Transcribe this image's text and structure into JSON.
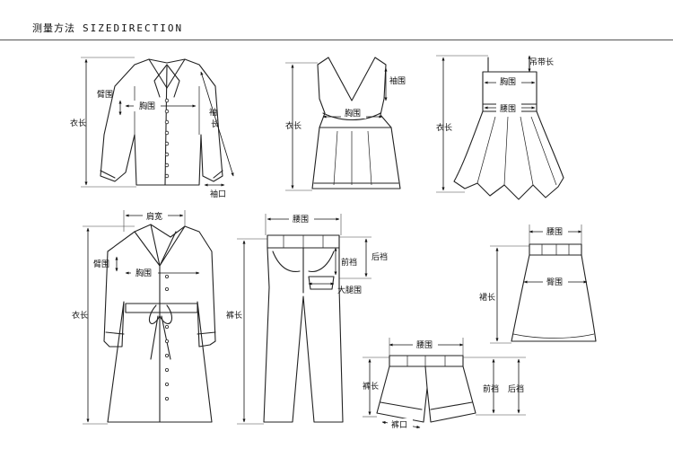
{
  "header": {
    "title_cn": "测量方法",
    "title_en": "SIZEDIRECTION"
  },
  "labels": {
    "arm": "臂围",
    "chest": "胸围",
    "length": "衣长",
    "sleeve_char1": "袖",
    "sleeve_char2": "长",
    "cuff": "袖口",
    "armhole": "袖围",
    "strap": "吊带长",
    "waist": "腰围",
    "shoulder": "肩宽",
    "back_rise": "后裆",
    "front_rise": "前裆",
    "thigh": "大腿围",
    "pants_length": "裤长",
    "skirt_length": "裙长",
    "hip": "臀围",
    "hem": "裤口"
  }
}
